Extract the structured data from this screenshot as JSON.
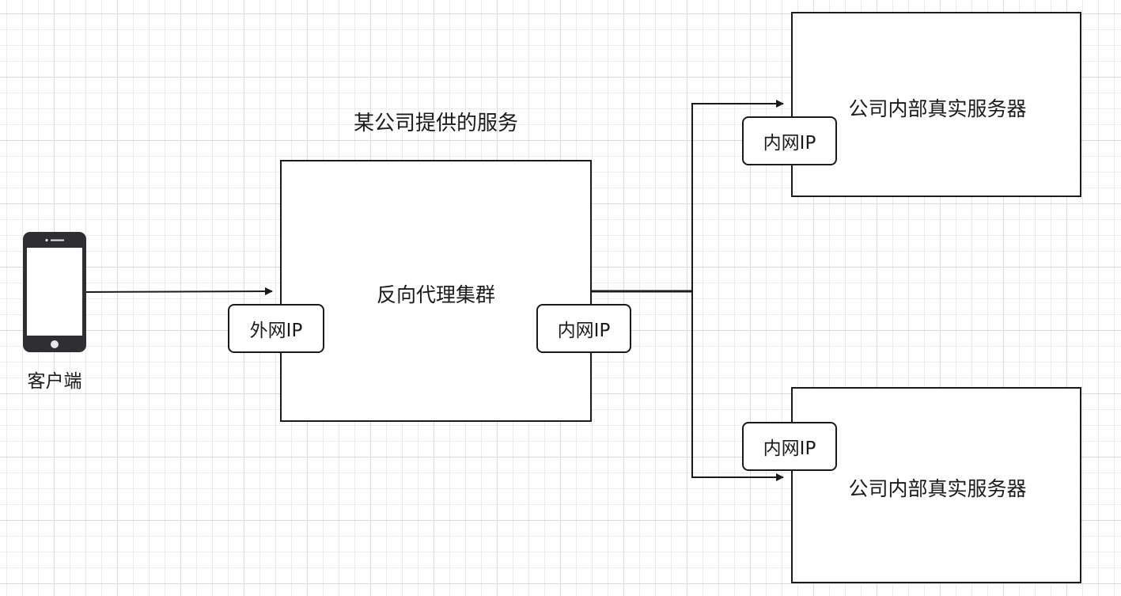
{
  "diagram": {
    "client": {
      "icon": "smartphone-icon",
      "label": "客户端"
    },
    "service_title": "某公司提供的服务",
    "proxy": {
      "label": "反向代理集群",
      "public_ip_tag": "外网IP",
      "private_ip_tag": "内网IP"
    },
    "servers": [
      {
        "label": "公司内部真实服务器",
        "ip_tag": "内网IP"
      },
      {
        "label": "公司内部真实服务器",
        "ip_tag": "内网IP"
      }
    ],
    "colors": {
      "stroke": "#1a1a1a",
      "phone_body": "#2f2f33",
      "grid_major": "#d9d9d9",
      "grid_minor": "#ececec"
    }
  }
}
